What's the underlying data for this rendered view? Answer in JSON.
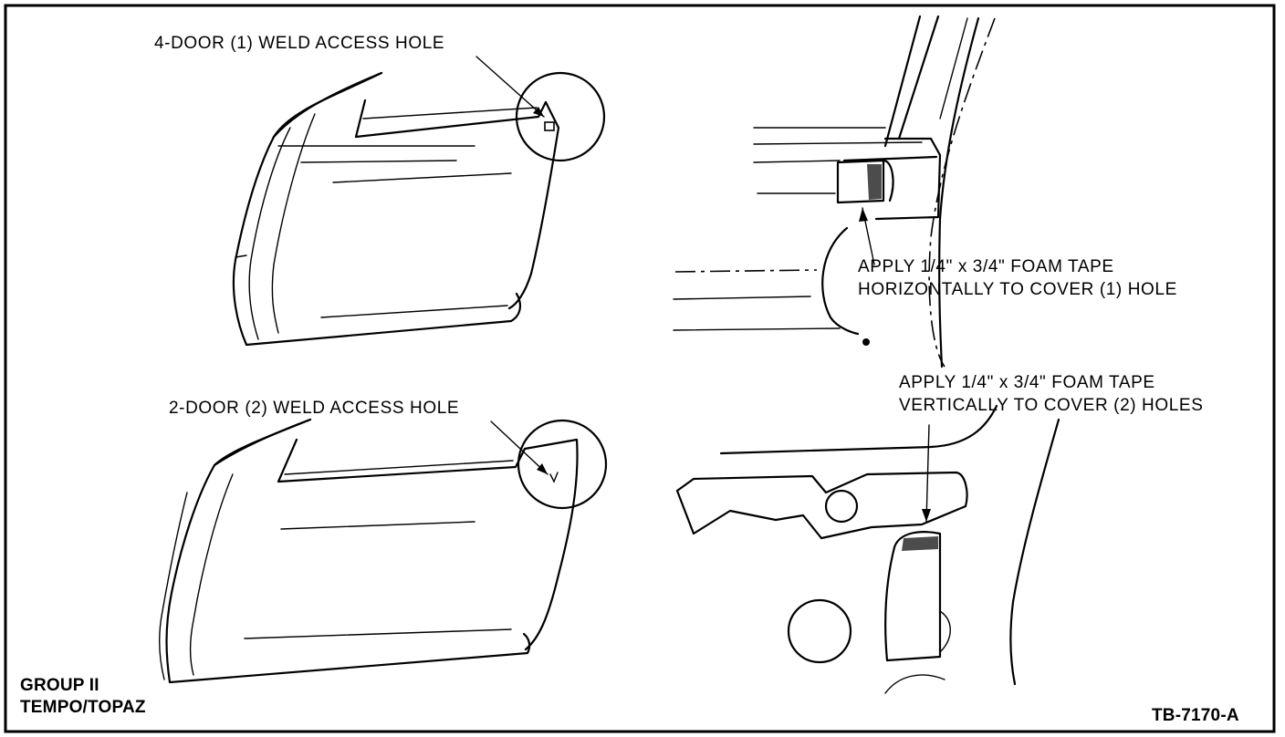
{
  "labels": {
    "four_door": "4-DOOR (1) WELD ACCESS HOLE",
    "two_door": "2-DOOR (2) WELD ACCESS HOLE",
    "horizontal_line1": "APPLY 1/4\" x 3/4\" FOAM TAPE",
    "horizontal_line2": "HORIZONTALLY TO COVER (1) HOLE",
    "vertical_line1": "APPLY 1/4\" x 3/4\" FOAM TAPE",
    "vertical_line2": "VERTICALLY TO COVER (2) HOLES",
    "group_line1": "GROUP II",
    "group_line2": "TEMPO/TOPAZ",
    "figure_id": "TB-7170-A"
  },
  "colors": {
    "ink": "#000000",
    "paper": "#ffffff"
  }
}
